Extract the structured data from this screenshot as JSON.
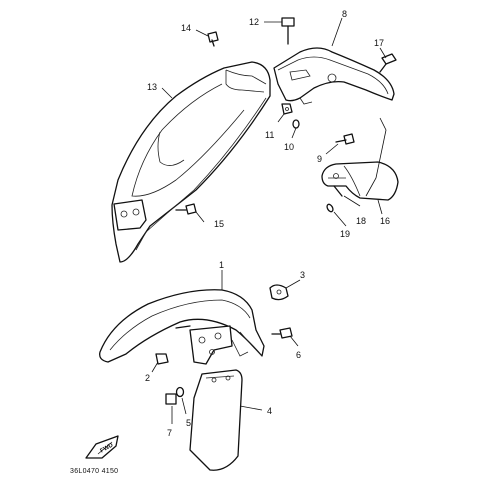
{
  "callouts": [
    {
      "id": "1",
      "text": "1"
    },
    {
      "id": "2",
      "text": "2"
    },
    {
      "id": "3",
      "text": "3"
    },
    {
      "id": "4",
      "text": "4"
    },
    {
      "id": "5",
      "text": "5"
    },
    {
      "id": "6",
      "text": "6"
    },
    {
      "id": "7",
      "text": "7"
    },
    {
      "id": "8",
      "text": "8"
    },
    {
      "id": "9",
      "text": "9"
    },
    {
      "id": "10",
      "text": "10"
    },
    {
      "id": "11",
      "text": "11"
    },
    {
      "id": "12",
      "text": "12"
    },
    {
      "id": "13",
      "text": "13"
    },
    {
      "id": "14",
      "text": "14"
    },
    {
      "id": "15",
      "text": "15"
    },
    {
      "id": "16",
      "text": "16"
    },
    {
      "id": "17",
      "text": "17"
    },
    {
      "id": "18",
      "text": "18"
    },
    {
      "id": "19",
      "text": "19"
    }
  ],
  "diagram_code": "36L0470 4150",
  "direction_badge": "FWD"
}
